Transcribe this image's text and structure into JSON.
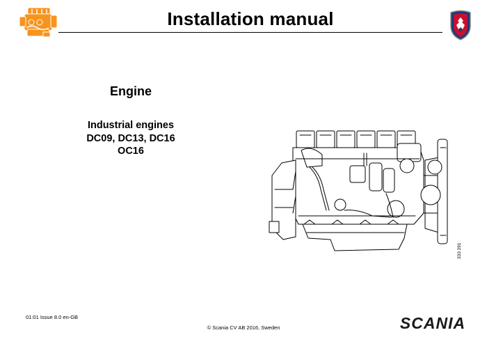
{
  "header": {
    "title": "Installation manual"
  },
  "document": {
    "heading": "Engine",
    "subtitle_lines": [
      "Industrial engines",
      "DC09, DC13, DC16",
      "OC16"
    ]
  },
  "figure": {
    "code": "333 291"
  },
  "footer": {
    "issue": "01:01 Issue 8.0  en-GB",
    "copyright": "© Scania CV AB  2016, Sweden",
    "brand": "SCANIA"
  },
  "colors": {
    "engine_icon": "#f7941d",
    "griffin_blue": "#1e3a78",
    "griffin_red": "#c8102e",
    "brand_text": "#1a1a1a"
  },
  "icons": {
    "header_left": "engine-icon",
    "header_right": "scania-griffin-icon"
  }
}
